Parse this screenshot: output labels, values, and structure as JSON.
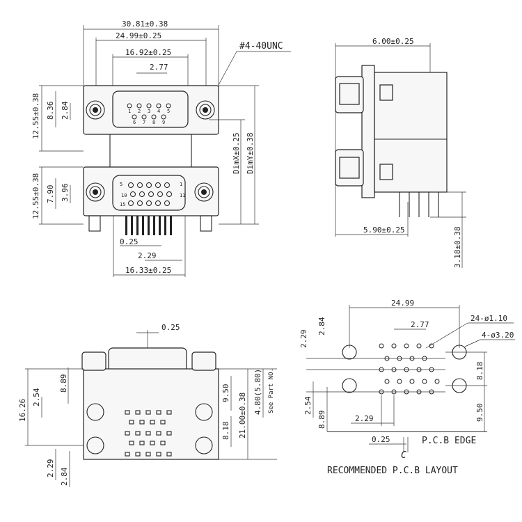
{
  "front_view": {
    "overall_width": "30.81±0.38",
    "flange_pitch": "24.99±0.25",
    "upper_shell_width": "16.92±0.25",
    "upper_pin_pitch": "2.77",
    "thread": "#4-40UNC",
    "upper_height": "12.55±0.38",
    "upper_shell_height": "8.36",
    "upper_row_pitch": "2.84",
    "lower_height": "12.55±0.38",
    "lower_shell_height": "7.90",
    "lower_row_pitch": "3.96",
    "dim_x": "DimX±0.25",
    "dim_y": "DimY±0.38",
    "tail_thickness": "0.25",
    "lower_pin_pitch": "2.29",
    "lower_shell_width": "16.33±0.25",
    "upper_pin_labels": [
      "1",
      "2",
      "3",
      "4",
      "5",
      "6",
      "7",
      "8",
      "9"
    ],
    "lower_pin_labels": [
      "5",
      "10",
      "15",
      "1",
      "11"
    ]
  },
  "side_view": {
    "top_width": "6.00±0.25",
    "bottom_width": "5.90±0.25",
    "tail_length": "3.18±0.38"
  },
  "bottom_view": {
    "pin_offset": "0.25",
    "overall_height": "16.26",
    "row_a": "2.54",
    "row_b": "8.89",
    "row_c": "2.29",
    "row_d": "2.84",
    "right_a": "9.50",
    "right_b": "8.18",
    "total_height": "21.00±0.38",
    "part_height": "4.80(5.80)",
    "part_note": "See Part NO."
  },
  "pcb_layout": {
    "pitch_width": "24.99",
    "hole_small": "24-ø1.10",
    "hole_large": "4-ø3.20",
    "pin_pitch_top": "2.77",
    "top_row_offset": "2.84",
    "left_offset_a": "2.29",
    "right_a": "8.18",
    "right_b": "9.50",
    "left_b": "2.54",
    "left_c": "8.89",
    "pitch_bottom": "2.29",
    "edge_offset": "0.25",
    "edge_label": "P.C.B EDGE",
    "centerline": "C",
    "caption": "RECOMMENDED P.C.B LAYOUT"
  }
}
